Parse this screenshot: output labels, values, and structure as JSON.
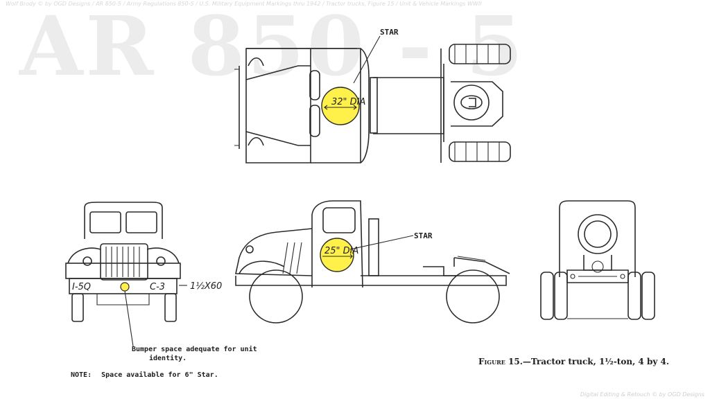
{
  "watermark": {
    "text": "AR 850 - 5"
  },
  "credits": {
    "top": "Wolf Brody © by OGD Designs / AR 850-5 / Army Regulations 850-5 / U.S. Military Equipment Markings thru 1942 / Tractor trucks, Figure 15 / Unit & Vehicle Markings WWII",
    "bottom": "Digital Editing & Retouch © by OGD Designs"
  },
  "top_view": {
    "star_label": "STAR",
    "diameter_label": "32\" DIA"
  },
  "side_view": {
    "star_label": "STAR",
    "diameter_label": "25\" DIA"
  },
  "front_view": {
    "bumper_left": "I-5Q",
    "bumper_right": "C-3",
    "bumper_size": "1½X60",
    "bumper_note_line1": "Bumper space adequate for unit",
    "bumper_note_line2": "identity.",
    "note_prefix": "NOTE:",
    "note_text": "Space available for 6\" Star."
  },
  "caption": {
    "figure": "Figure 15.",
    "text": "—Tractor truck, 1½-ton, 4 by 4."
  },
  "colors": {
    "star_fill": "#fff04a",
    "ink": "#2a2a2a",
    "watermark": "#ececec"
  }
}
